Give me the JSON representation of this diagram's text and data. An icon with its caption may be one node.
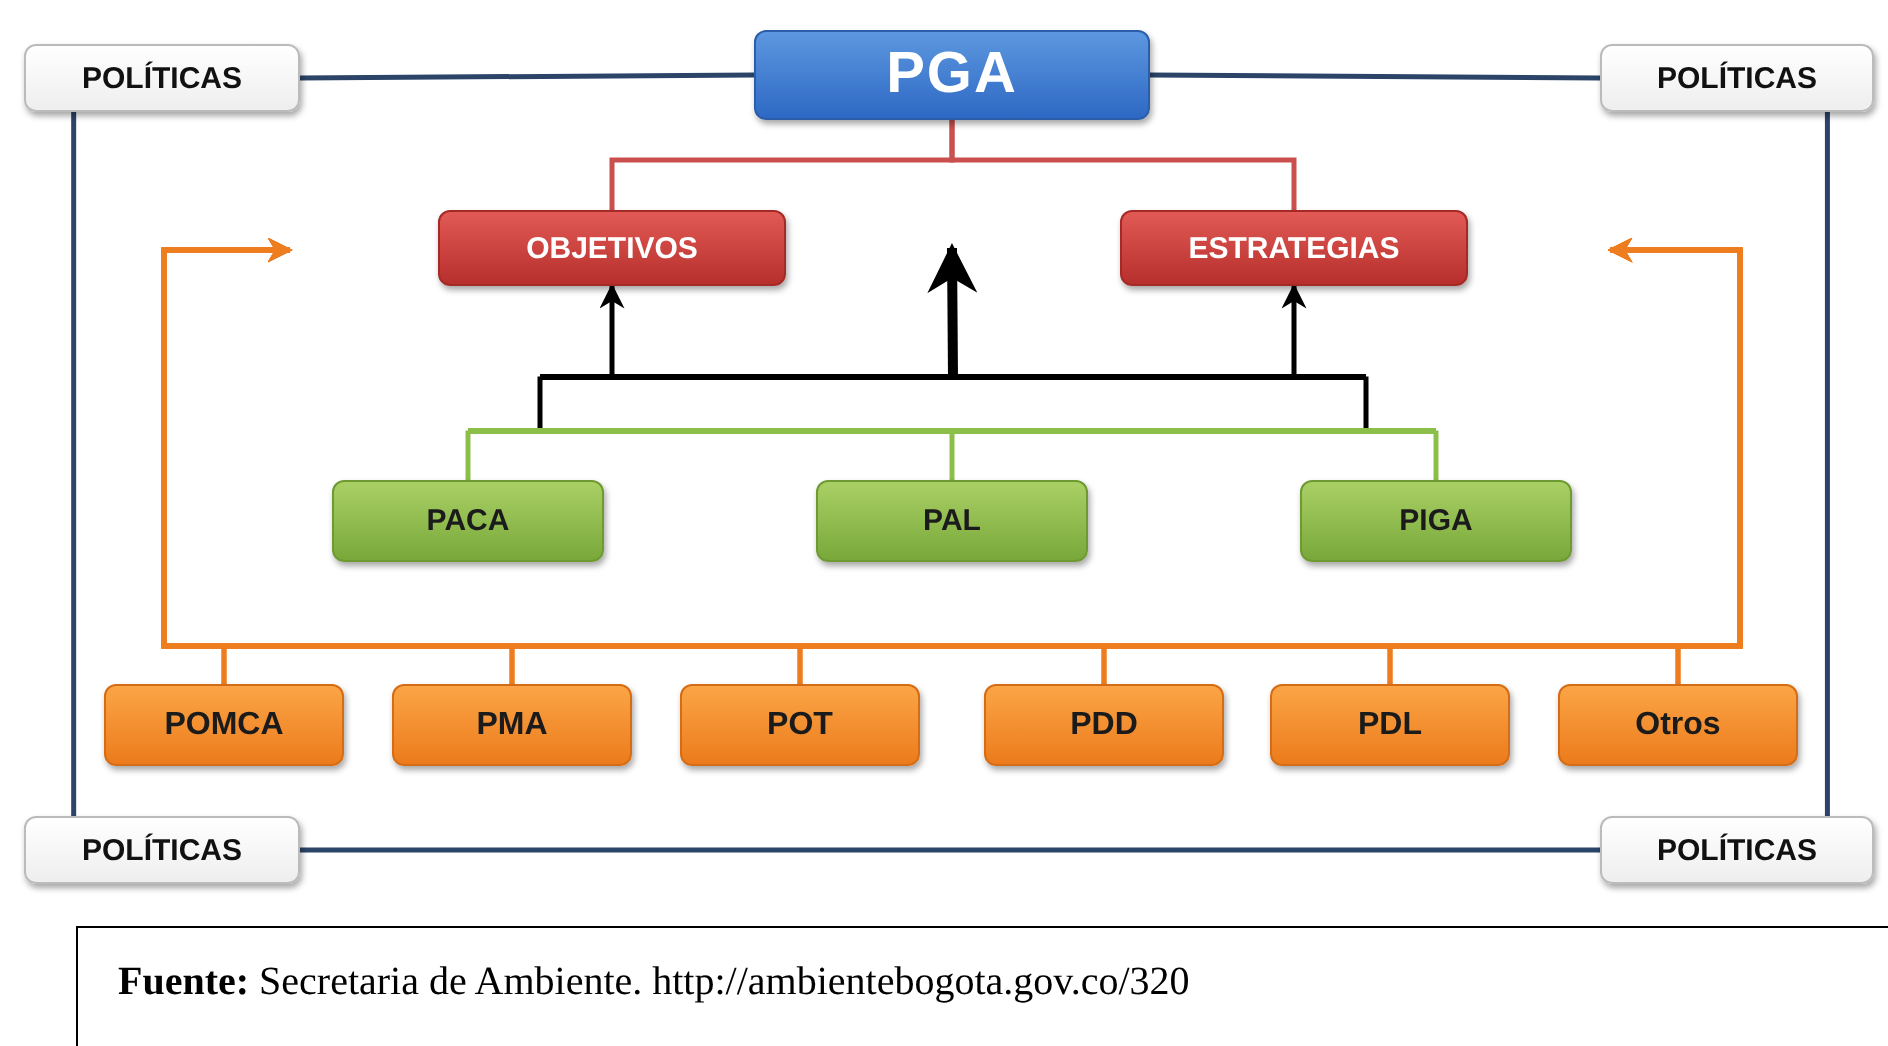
{
  "diagram": {
    "caption": "**Fuente:** Secretaria de Ambiente. http://ambientebogota.gov.co/320",
    "nodes": [
      {
        "text": [
          "POLÍTICAS"
        ]
      },
      {
        "text": [
          "PGA"
        ]
      },
      {
        "text": [
          "POLÍTICAS"
        ]
      },
      {
        "text": [
          "OBJETIVOS"
        ]
      },
      {
        "text": [
          "ESTRATEGIAS"
        ]
      },
      {
        "text": [
          "PACA"
        ]
      },
      {
        "text": [
          "PAL"
        ]
      },
      {
        "text": [
          "PIGA"
        ]
      },
      {
        "text": [
          "POMCA"
        ]
      },
      {
        "text": [
          "PMA"
        ]
      },
      {
        "text": [
          "POT"
        ]
      },
      {
        "text": [
          "PDD"
        ]
      },
      {
        "text": [
          "PDL"
        ]
      },
      {
        "text": [
          "Otros"
        ]
      },
      {
        "text": [
          "POLÍTICAS"
        ]
      },
      {
        "text": [
          "POLÍTICAS"
        ]
      },
      {
        "text": [],
        "shape": "bar"
      },
      {
        "text": [],
        "shape": "bar"
      }
    ],
    "edges": [
      {
        "from": 0,
        "to": 1,
        "arrow": "none",
        "color": "#2b4468"
      },
      {
        "from": 1,
        "to": 2,
        "arrow": "none",
        "color": "#2b4468"
      },
      {
        "from": 0,
        "to": 14,
        "arrow": "none",
        "color": "#2b4468"
      },
      {
        "from": 2,
        "to": 15,
        "arrow": "none",
        "color": "#2b4468"
      },
      {
        "from": 14,
        "to": 15,
        "arrow": "none",
        "color": "#2b4468"
      },
      {
        "from": 1,
        "to": 3,
        "arrow": "none",
        "color": "#c9504f"
      },
      {
        "from": 1,
        "to": 4,
        "arrow": "none",
        "color": "#c9504f"
      },
      {
        "from": 5,
        "to": 17,
        "arrow": "none",
        "color": "#8cbf4a"
      },
      {
        "from": 6,
        "to": 17,
        "arrow": "none",
        "color": "#8cbf4a"
      },
      {
        "from": 7,
        "to": 17,
        "arrow": "none",
        "color": "#8cbf4a"
      },
      {
        "from": 8,
        "to": null,
        "arrow": "to"
      },
      {
        "from": 8,
        "to": null,
        "arrow": "to"
      },
      {
        "from": 9,
        "to": null,
        "arrow": "to"
      },
      {
        "from": 9,
        "to": null,
        "arrow": "to"
      },
      {
        "from": 10,
        "to": null,
        "arrow": "to"
      },
      {
        "from": 10,
        "to": null,
        "arrow": "to"
      },
      {
        "from": 11,
        "to": null,
        "arrow": "to"
      },
      {
        "from": 11,
        "to": null,
        "arrow": "to"
      },
      {
        "from": 12,
        "to": null,
        "arrow": "to"
      },
      {
        "from": 12,
        "to": null,
        "arrow": "to"
      },
      {
        "from": 13,
        "to": null,
        "arrow": "to"
      },
      {
        "from": 13,
        "to": null,
        "arrow": "to"
      },
      {
        "from": 17,
        "to": 16,
        "arrow": "none",
        "color": "#000000"
      },
      {
        "from": 17,
        "to": 16,
        "arrow": "none",
        "color": "#000000"
      },
      {
        "from": 16,
        "to": 3,
        "arrow": "to",
        "color": "#000000"
      },
      {
        "from": 16,
        "to": null,
        "arrow": "to",
        "style": "thick",
        "color": "#000000"
      },
      {
        "from": 16,
        "to": 4,
        "arrow": "to",
        "color": "#000000"
      }
    ]
  }
}
